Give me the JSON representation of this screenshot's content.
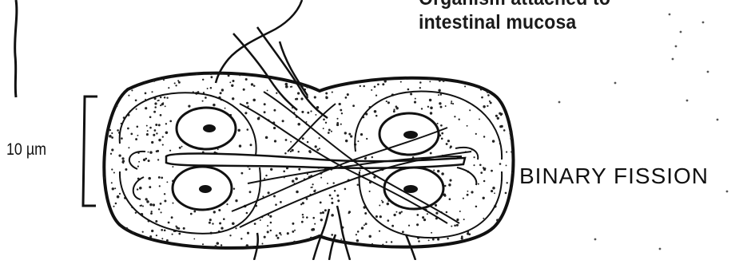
{
  "captions": {
    "organism_line1": "Organism attached to",
    "organism_line2": "intestinal mucosa"
  },
  "scale_bar": {
    "label": "10 µm"
  },
  "process_label": "BINARY FISSION",
  "colors": {
    "ink": "#111111",
    "background": "#ffffff"
  }
}
